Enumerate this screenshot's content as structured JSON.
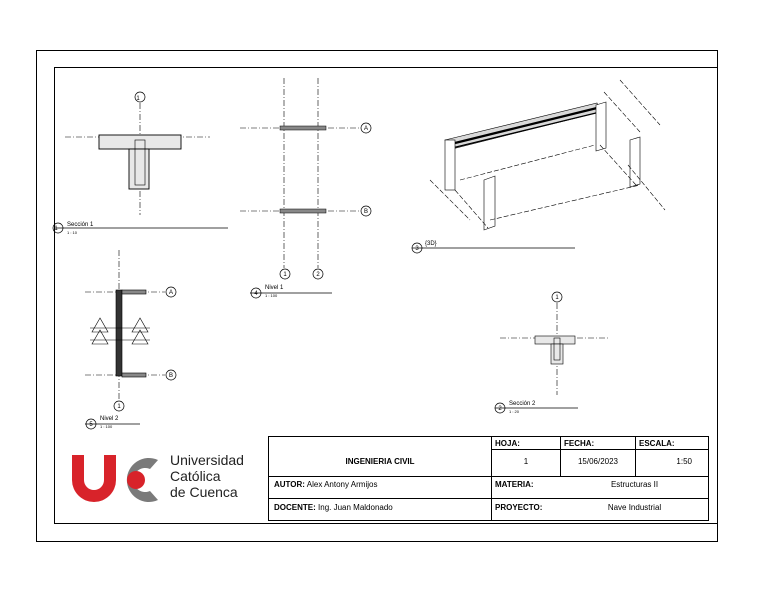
{
  "views": {
    "v1": {
      "number": "1",
      "title": "Sección 1",
      "scale": "1 : 10"
    },
    "v2": {
      "number": "2",
      "title": "Sección 2",
      "scale": "1 : 20"
    },
    "v3": {
      "number": "3",
      "title": "{3D}"
    },
    "v4": {
      "number": "4",
      "title": "Nivel 1",
      "scale": "1 : 100"
    },
    "v5": {
      "number": "5",
      "title": "Nivel 2",
      "scale": "1 : 100"
    }
  },
  "grid": {
    "a": "A",
    "b": "B",
    "one": "1",
    "two": "2"
  },
  "logo": {
    "line1": "Universidad",
    "line2": "Católica",
    "line3": "de Cuenca"
  },
  "titleblock": {
    "course": "INGENIERIA CIVIL",
    "sheet_label": "HOJA:",
    "sheet_value": "1",
    "date_label": "FECHA:",
    "date_value": "15/06/2023",
    "scale_label": "ESCALA:",
    "scale_value": "1:50",
    "author_label": "AUTOR:",
    "author_value": "Alex Antony Armijos",
    "subject_label": "MATERIA:",
    "subject_value": "Estructuras II",
    "teacher_label": "DOCENTE:",
    "teacher_value": "Ing. Juan Maldonado",
    "project_label": "PROYECTO:",
    "project_value": "Nave Industrial"
  },
  "colors": {
    "logo_red": "#d8232a",
    "logo_gray": "#7a7a7a"
  }
}
